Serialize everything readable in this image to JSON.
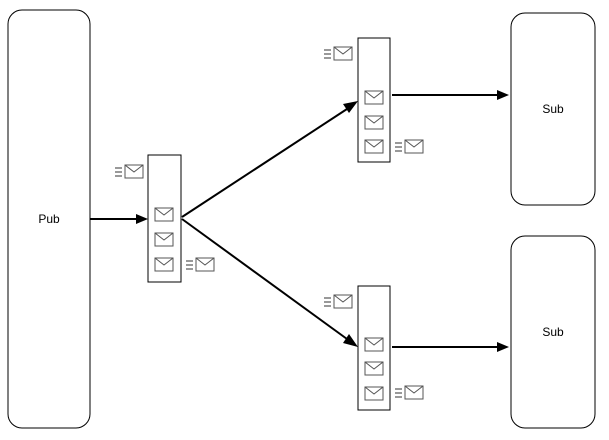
{
  "nodes": {
    "publisher": {
      "label": "Pub"
    },
    "subscriber_top": {
      "label": "Sub"
    },
    "subscriber_bottom": {
      "label": "Sub"
    }
  },
  "icons": {
    "message": "envelope-icon",
    "incoming_message": "moving-envelope-icon",
    "outgoing_message": "moving-envelope-icon"
  },
  "colors": {
    "line": "#000000",
    "icon_stroke": "#555555",
    "background": "#ffffff"
  }
}
